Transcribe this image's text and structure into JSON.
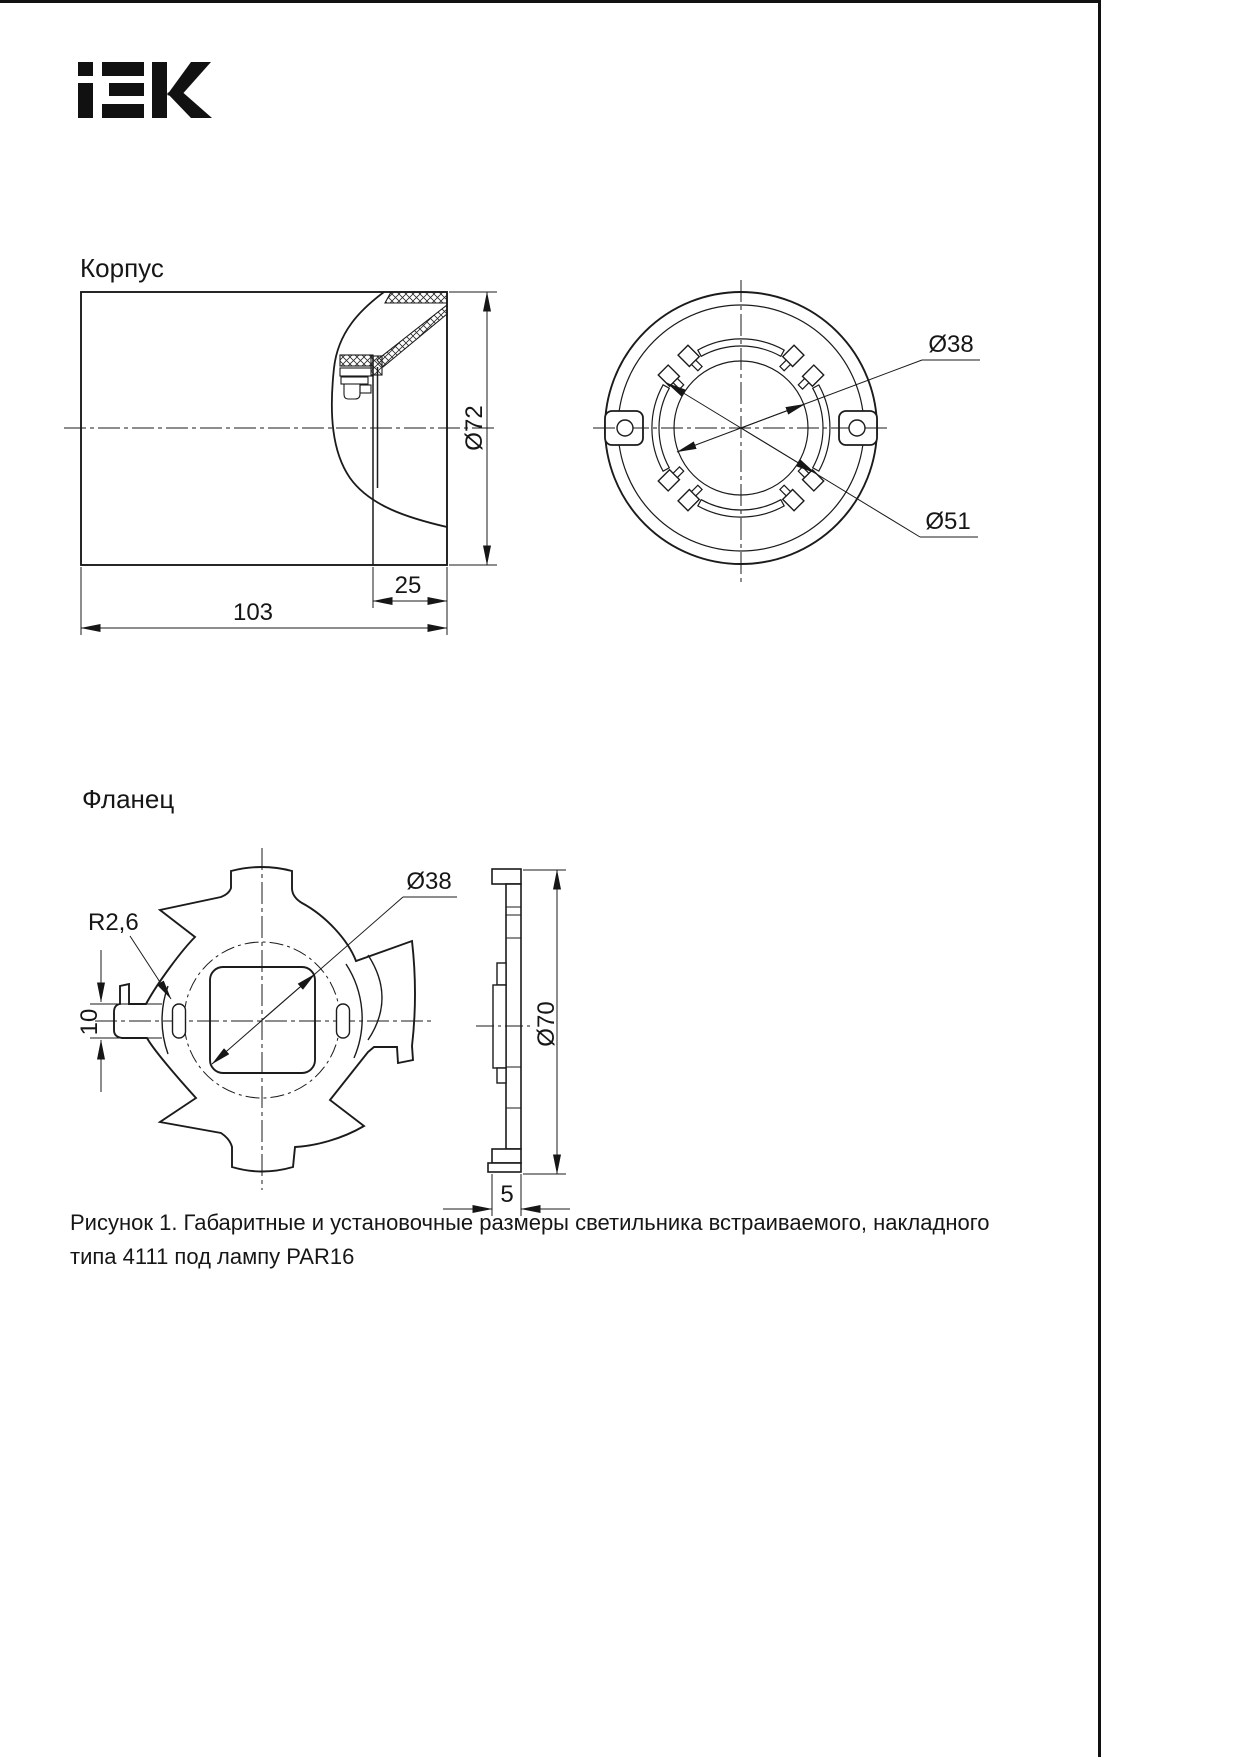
{
  "logo": {
    "text": "IEK"
  },
  "korpus": {
    "title": "Корпус",
    "dim_diameter": "Ø72",
    "dim_depth": "25",
    "dim_length": "103",
    "dim_lamp_hole": "Ø38",
    "dim_spring_ring": "Ø51"
  },
  "flanec": {
    "title": "Фланец",
    "dim_slot_radius": "R2,6",
    "dim_tab_height": "10",
    "dim_square": "Ø38",
    "dim_outer": "Ø70",
    "dim_thickness": "5"
  },
  "caption": {
    "line1": "Рисунок 1. Габаритные и установочные размеры светильника встраиваемого, накладного",
    "line2": "типа 4111 под лампу PAR16"
  }
}
